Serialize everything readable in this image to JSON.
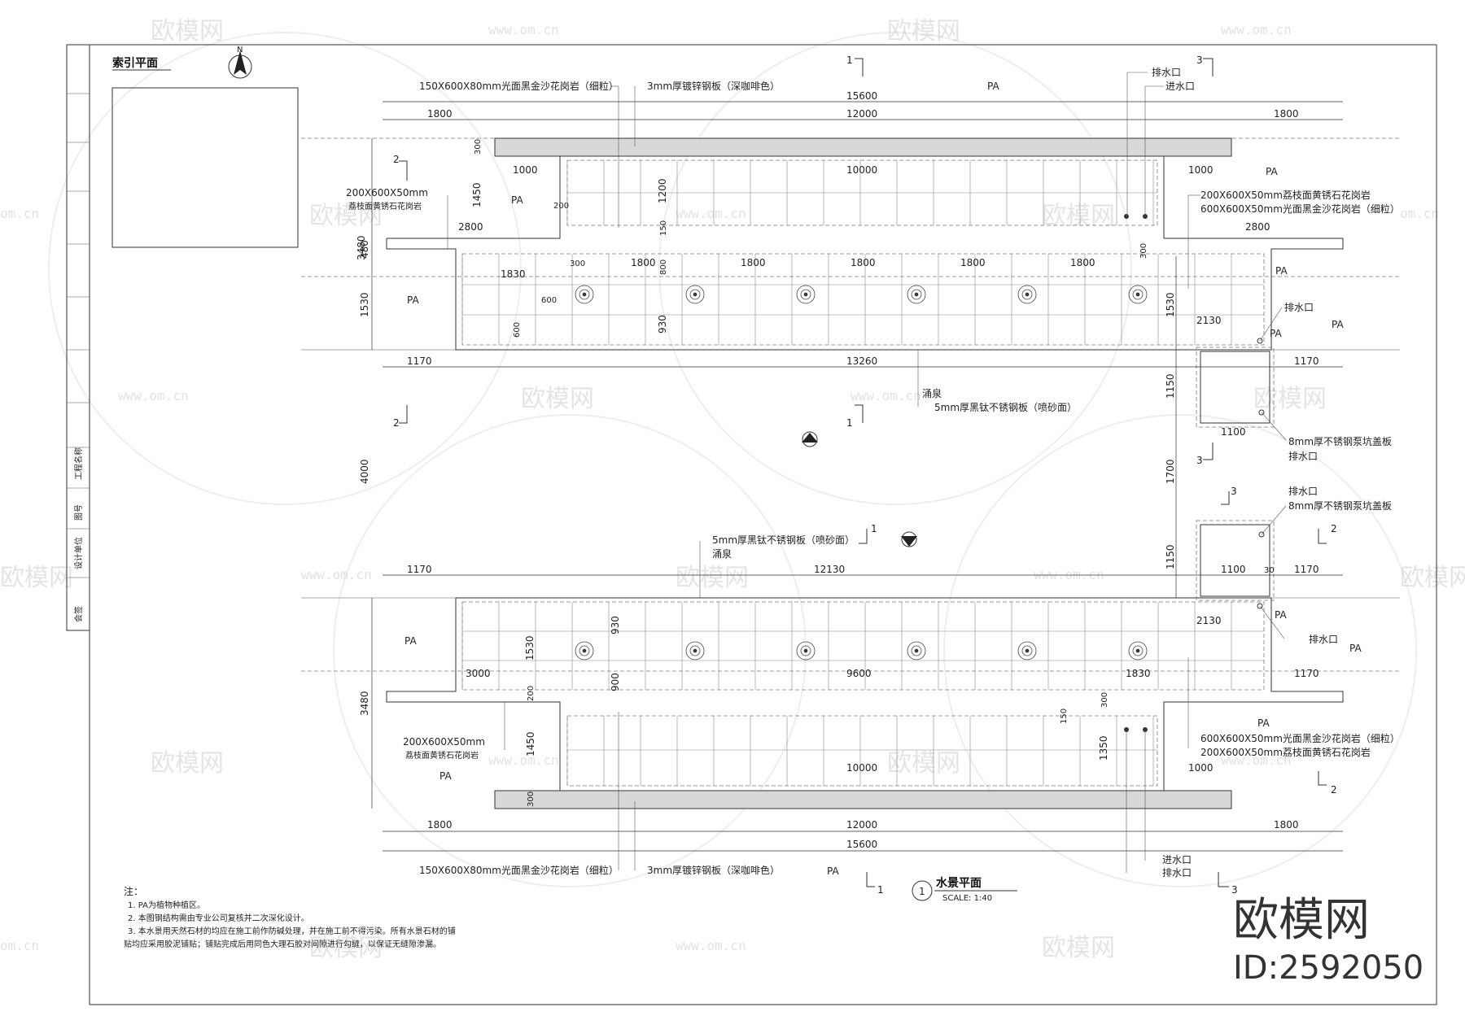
{
  "sheet": {
    "index_plan_title": "索引平面",
    "main_title": "水景平面",
    "scale": "SCALE: 1:40",
    "view_number": "1"
  },
  "section_marks": {
    "one": "1",
    "two": "2",
    "three": "3"
  },
  "zones": {
    "planting": "PA"
  },
  "materials": {
    "coping": "150X600X80mm光面黑金沙花岗岩（细粒）",
    "steel_plate": "3mm厚镀锌钢板（深咖啡色）",
    "curb": "200X600X50mm",
    "curb_sub": "荔枝面黄锈石花岗岩",
    "paving_a": "200X600X50mm荔枝面黄锈石花岗岩",
    "paving_b": "600X600X50mm光面黑金沙花岗岩（细粒）",
    "drain": "排水口",
    "inlet": "进水口",
    "fountain": "涌泉",
    "ss_plate": "5mm厚黑钛不锈钢板（喷砂面）",
    "ss_cover": "8mm厚不锈钢泵坑盖板"
  },
  "dims": {
    "d15600": "15600",
    "d12000": "12000",
    "d1800": "1800",
    "d10000": "10000",
    "d1000": "1000",
    "d2800": "2800",
    "d300": "300",
    "d200": "200",
    "d1450": "1450",
    "d1200": "1200",
    "d150": "150",
    "d800": "800",
    "d930": "930",
    "d1830": "1830",
    "d600": "600",
    "d2130": "2130",
    "d1530": "1530",
    "d480": "480",
    "d3480": "3480",
    "d1170": "1170",
    "d13260": "13260",
    "d1150": "1150",
    "d1100": "1100",
    "d1700": "1700",
    "d4000": "4000",
    "d12130": "12130",
    "d30": "30",
    "d3000": "3000",
    "d9600": "9600",
    "d900": "900",
    "d1350": "1350"
  },
  "notes": {
    "header": "注：",
    "n1": "1. PA为植物种植区。",
    "n2": "2. 本图钢结构需由专业公司复核并二次深化设计。",
    "n3": "3. 本水景用天然石材的均应在施工前作防碱处理，并在施工前不得污染。所有水景石材的铺",
    "n4": "贴均应采用胶泥铺贴；铺贴完成后用同色大理石胶对间隙进行勾缝，以保证无缝隙渗漏。"
  },
  "title_block": {
    "c1": "工程名称",
    "c2": "图号",
    "c3": "设计单位",
    "c4": "会签"
  },
  "watermark": {
    "brand": "欧模网",
    "url": "www.om.cn",
    "url_short": "om.cn",
    "id": "ID:2592050"
  }
}
